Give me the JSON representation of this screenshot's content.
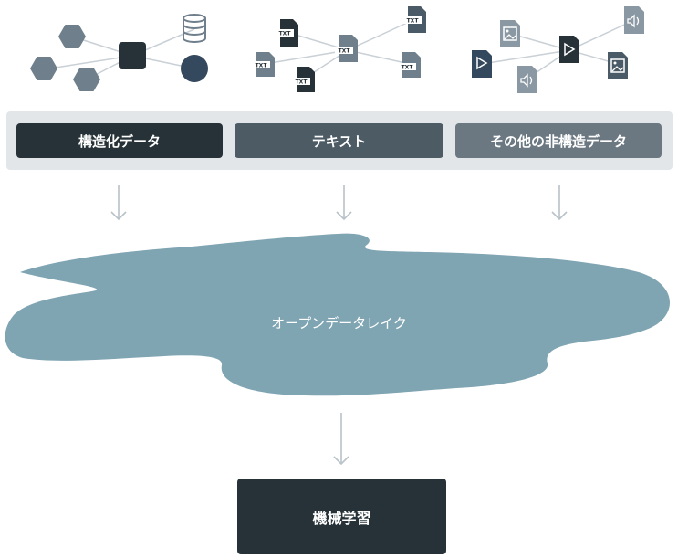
{
  "categories": [
    {
      "id": "structured",
      "label": "構造化データ",
      "color": "#263238"
    },
    {
      "id": "text",
      "label": "テキスト",
      "color": "#4d5b65"
    },
    {
      "id": "other",
      "label": "その他の非構造データ",
      "color": "#6b7882"
    }
  ],
  "lake": {
    "label": "オープンデータレイク",
    "color": "#7fa4b2"
  },
  "output": {
    "label": "機械学習",
    "color": "#263238"
  },
  "icons": {
    "txt_badge": "TXT",
    "palette": {
      "dark": "#263238",
      "mid": "#4a5a67",
      "light": "#6f7f8c",
      "node": "#34495e"
    }
  }
}
